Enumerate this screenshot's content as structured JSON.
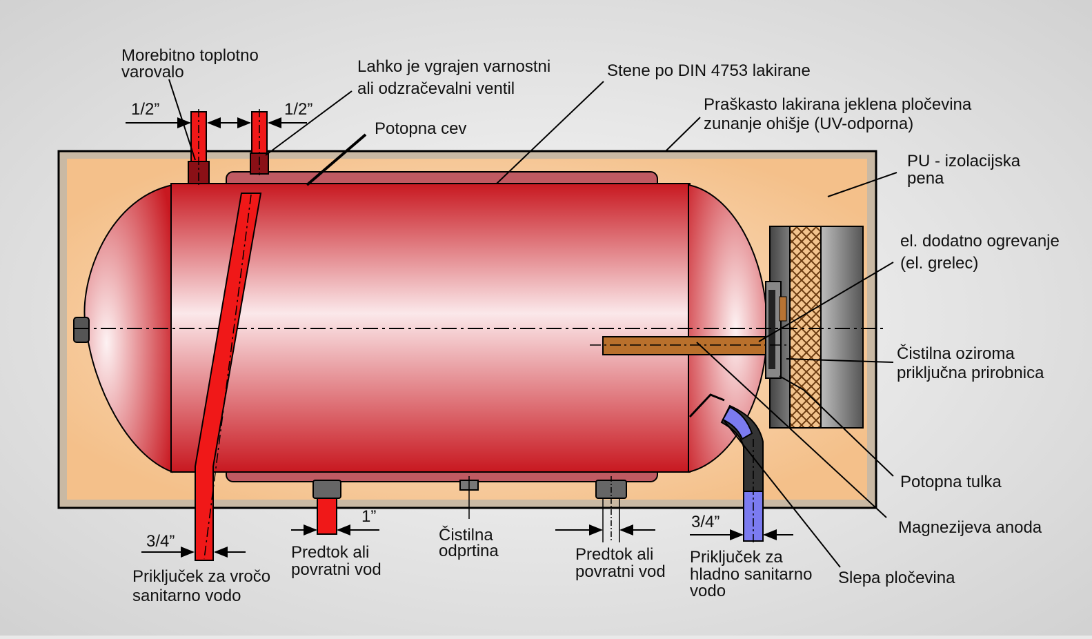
{
  "labels": {
    "thermal_fuse_1": "Morebitno toplotno",
    "thermal_fuse_2": "varovalo",
    "size_half_left": "1/2”",
    "size_half_right": "1/2”",
    "safety_valve_1": "Lahko je vgrajen varnostni",
    "safety_valve_2": "ali odzračevalni ventil",
    "immersion_pipe": "Potopna cev",
    "walls_din": "Stene po DIN 4753 lakirane",
    "casing_1": "Praškasto lakirana jeklena pločevina",
    "casing_2": "zunanje ohišje (UV-odporna)",
    "pu_foam_1": "PU - izolacijska",
    "pu_foam_2": "pena",
    "heater_1": "el. dodatno ogrevanje",
    "heater_2": "(el. grelec)",
    "flange_1": "Čistilna oziroma",
    "flange_2": "priključna prirobnica",
    "immersion_sleeve": "Potopna tulka",
    "mg_anode": "Magnezijeva anoda",
    "blind_sheet": "Slepa pločevina",
    "hot_size": "3/4”",
    "hot_1": "Priključek za vročo",
    "hot_2": "sanitarno vodo",
    "flow1_size": "1”",
    "flow1_1": "Predtok ali",
    "flow1_2": "povratni vod",
    "cleaning_1": "Čistilna",
    "cleaning_2": "odprtina",
    "flow2_1": "Predtok ali",
    "flow2_2": "povratni vod",
    "cold_size": "3/4”",
    "cold_1": "Priključek za",
    "cold_2": "hladno sanitarno",
    "cold_3": "vodo"
  },
  "colors": {
    "tank_red": "#cc1a22",
    "hot_pipe": "#f01818",
    "cold_pipe": "#7b7bf0",
    "insulation": "#f6c89a",
    "sleeve": "#b9702c",
    "casing_border": "#444444"
  }
}
